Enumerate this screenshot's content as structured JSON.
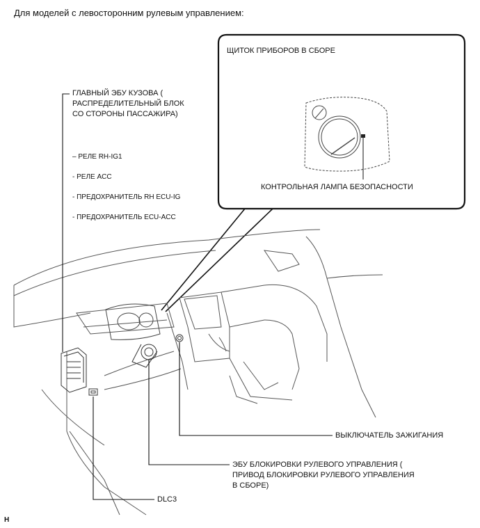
{
  "heading": "Для моделей с левосторонним рулевым управлением:",
  "callout": {
    "title": "ЩИТОК ПРИБОРОВ В СБОРЕ",
    "lamp_label": "КОНТРОЛЬНАЯ ЛАМПА БЕЗОПАСНОСТИ"
  },
  "body_ecu": {
    "line1": "ГЛАВНЫЙ ЭБУ КУЗОВА (",
    "line2": "РАСПРЕДЕЛИТЕЛЬНЫЙ БЛОК",
    "line3": "СО СТОРОНЫ ПАССАЖИРА)",
    "items": [
      "– РЕЛЕ RH-IG1",
      "- РЕЛЕ ACC",
      "- ПРЕДОХРАНИТЕЛЬ RH ECU-IG",
      "- ПРЕДОХРАНИТЕЛЬ ECU-ACC"
    ]
  },
  "ignition_switch": "ВЫКЛЮЧАТЕЛЬ ЗАЖИГАНИЯ",
  "steering_lock": {
    "line1": "ЭБУ БЛОКИРОВКИ РУЛЕВОГО УПРАВЛЕНИЯ (",
    "line2": "ПРИВОД БЛОКИРОВКИ РУЛЕВОГО УПРАВЛЕНИЯ",
    "line3": "В СБОРЕ)"
  },
  "dlc3": "DLC3",
  "corner_mark": "H"
}
